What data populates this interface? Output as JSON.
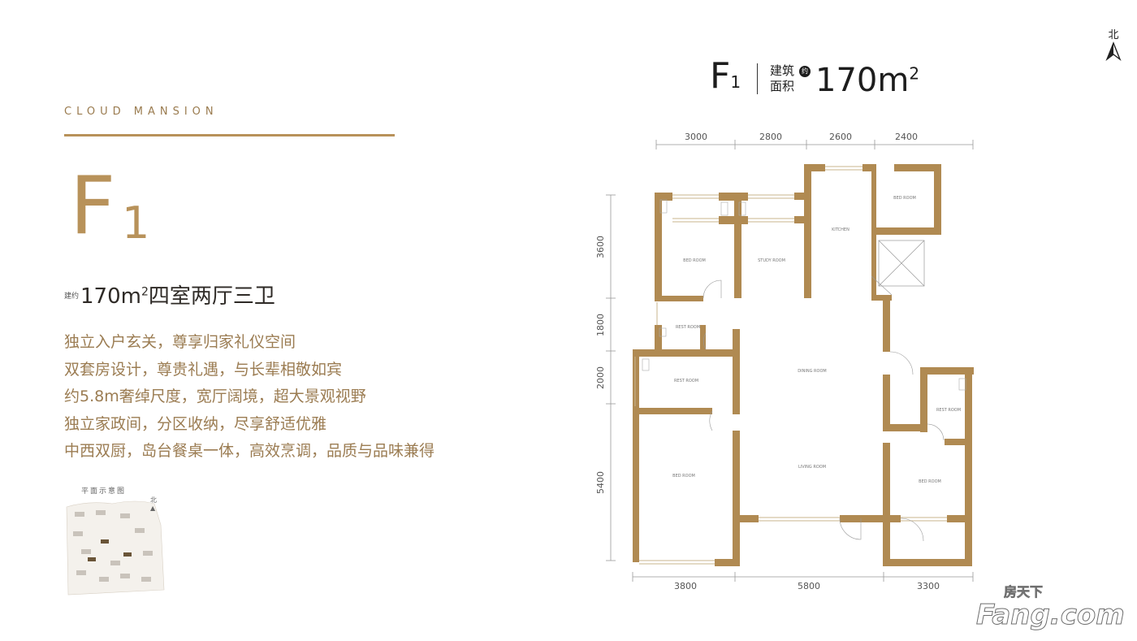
{
  "brand": {
    "name": "CLOUD MANSION"
  },
  "unit": {
    "letter": "F",
    "number": "1"
  },
  "summary": {
    "prefix": "建约",
    "area": "170m",
    "sup": "2",
    "layout": "四室两厅三卫"
  },
  "features": [
    "独立入户玄关，尊享归家礼仪空间",
    "双套房设计，尊贵礼遇，与长辈相敬如宾",
    "约5.8m奢绰尺度，宽厅阔境，超大景观视野",
    "独立家政间，分区收纳，尽享舒适优雅",
    "中西双厨，岛台餐桌一体，高效烹调，品质与品味兼得"
  ],
  "site_plan": {
    "title": "平面示意图",
    "north": "北"
  },
  "header": {
    "letter": "F",
    "number": "1",
    "label_line1": "建筑",
    "label_line2": "面积",
    "approx": "约",
    "area": "170m",
    "sup": "2"
  },
  "north": {
    "label": "北",
    "icon": "north-arrow-icon"
  },
  "plan": {
    "top_dims": [
      "3000",
      "2800",
      "2600",
      "2400"
    ],
    "bottom_dims": [
      "3800",
      "5800",
      "3300"
    ],
    "left_dims": [
      "3600",
      "1800",
      "2000",
      "5400"
    ],
    "rooms": {
      "bed_tl": "BED ROOM",
      "study": "STUDY ROOM",
      "kitchen": "KITCHEN",
      "bed_tr": "BED ROOM",
      "rest_1": "REST ROOM",
      "rest_2": "REST ROOM",
      "dining": "DINING ROOM",
      "rest_3": "REST ROOM",
      "bed_bl": "BED ROOM",
      "living": "LIVING ROOM",
      "bed_br": "BED ROOM"
    }
  },
  "watermark": {
    "cn": "房天下",
    "en": "Fang.com"
  },
  "colors": {
    "accent": "#b8925a",
    "wall": "#b08a52",
    "text": "#9b7c52"
  }
}
